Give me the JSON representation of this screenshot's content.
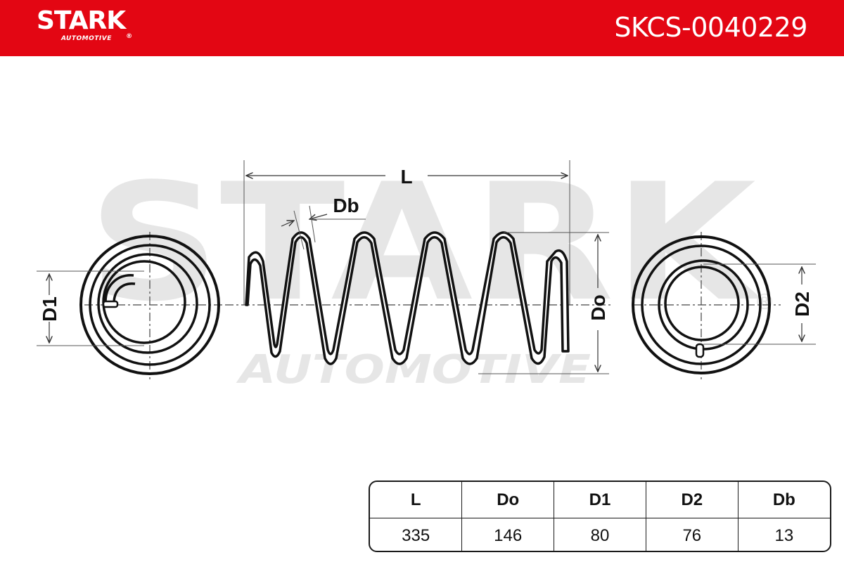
{
  "header": {
    "brand": "STARK",
    "brand_mark": "®",
    "brand_sub": "AUTOMOTIVE",
    "part_number": "SKCS-0040229",
    "color": "#e30613"
  },
  "watermark": {
    "main": "STARK",
    "sub": "AUTOMOTIVE",
    "mark": "®"
  },
  "diagram": {
    "labels": {
      "length": "L",
      "wire_diameter": "Db",
      "outer_diameter": "Do",
      "diameter_1": "D1",
      "diameter_2": "D2"
    }
  },
  "spec_table": {
    "headers": [
      "L",
      "Do",
      "D1",
      "D2",
      "Db"
    ],
    "values": [
      "335",
      "146",
      "80",
      "76",
      "13"
    ]
  }
}
